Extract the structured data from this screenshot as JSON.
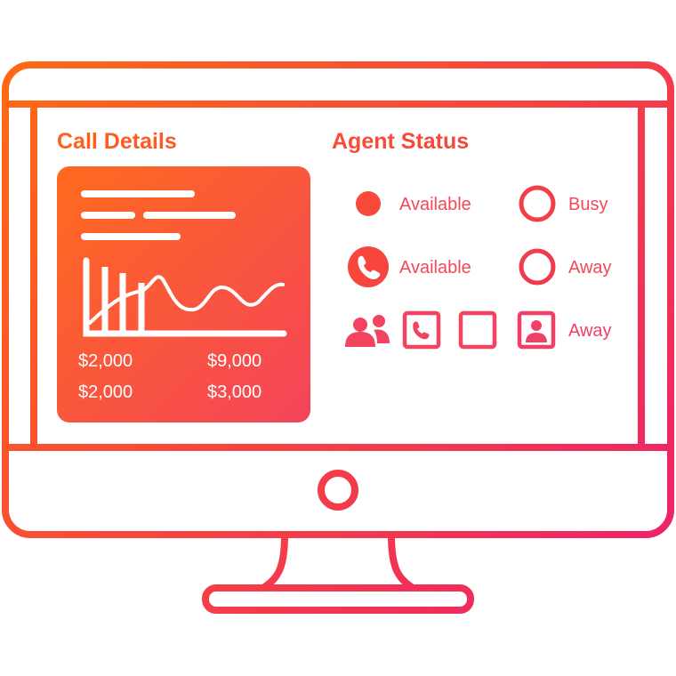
{
  "colors": {
    "gradient_start": "#ff6a13",
    "gradient_end": "#ec1e6e",
    "card_text": "#ffffff"
  },
  "call_details": {
    "title": "Call Details",
    "amounts": [
      "$2,000",
      "$9,000",
      "$2,000",
      "$3,000"
    ]
  },
  "agent_status": {
    "title": "Agent Status",
    "items": [
      {
        "icon": "filled-dot-icon",
        "label": "Available"
      },
      {
        "icon": "ring-icon",
        "label": "Busy"
      },
      {
        "icon": "phone-circle-icon",
        "label": "Available"
      },
      {
        "icon": "ring-icon",
        "label": "Away"
      }
    ],
    "bottom_row": {
      "icons": [
        "users-icon",
        "phone-square-icon",
        "empty-square-icon",
        "user-square-icon"
      ],
      "label": "Away"
    }
  }
}
